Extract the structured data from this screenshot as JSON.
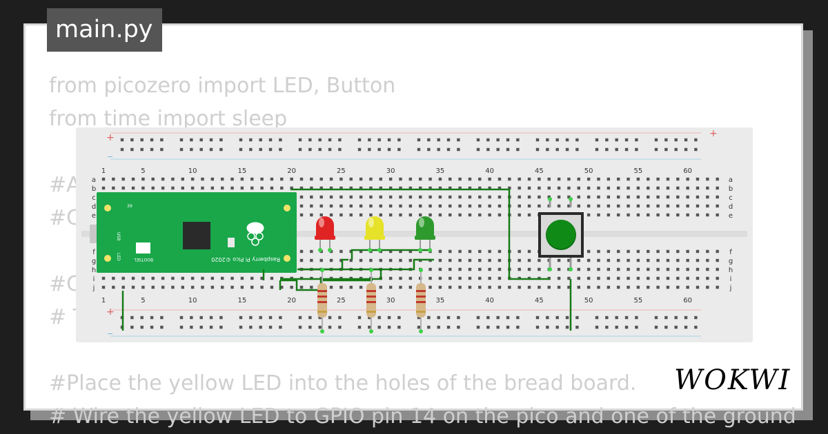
{
  "file_tab": {
    "label": "main.py"
  },
  "code": {
    "lines": [
      "from picozero import LED, Button",
      "from time import sleep",
      "",
      "#A",
      "#C",
      "",
      "#C",
      "# T",
      "",
      "#Place the yellow LED into the holes of the bread board.",
      "# Wire the yellow LED to GPIO pin 14 on the pico and one of the ground"
    ]
  },
  "breadboard": {
    "column_numbers": [
      "1",
      "5",
      "10",
      "15",
      "20",
      "25",
      "30",
      "35",
      "40",
      "45",
      "50",
      "55",
      "60"
    ],
    "row_letters_top": [
      "a",
      "b",
      "c",
      "d",
      "e"
    ],
    "row_letters_bottom": [
      "f",
      "g",
      "h",
      "i",
      "j"
    ],
    "rail_plus": "+",
    "rail_minus": "−"
  },
  "pico": {
    "board_label": "Raspberry Pi Pico ©2020",
    "usb_label": "USB",
    "led_label": "LED",
    "bootsel_label": "BOOTSEL",
    "pin_top": "39"
  },
  "leds": [
    {
      "color_name": "red",
      "color": "#e02424"
    },
    {
      "color_name": "yellow",
      "color": "#e6e22a"
    },
    {
      "color_name": "green",
      "color": "#2e9a2e"
    }
  ],
  "button": {
    "color": "#0f8a17"
  },
  "brand": {
    "name": "WOKWI"
  },
  "colors": {
    "wire": "#167a16",
    "background": "#1e1e1e",
    "code_text": "#cfcfcf"
  }
}
